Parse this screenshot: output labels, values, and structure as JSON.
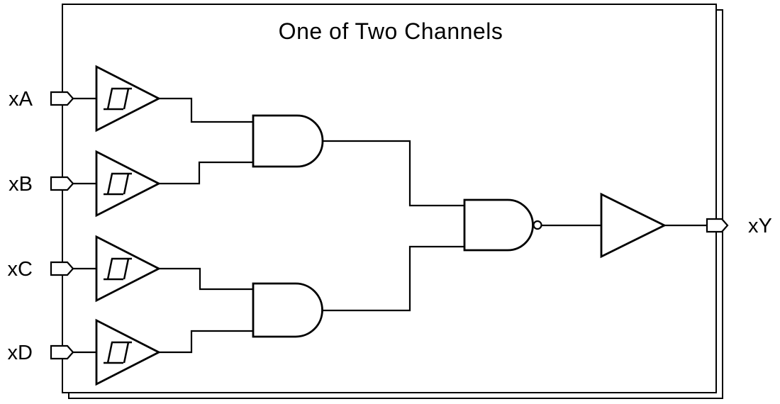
{
  "colors": {
    "ink": "#000000",
    "background": "#ffffff"
  },
  "diagram": {
    "title": "One of Two Channels",
    "inputs": [
      {
        "label": "xA"
      },
      {
        "label": "xB"
      },
      {
        "label": "xC"
      },
      {
        "label": "xD"
      }
    ],
    "output": {
      "label": "xY"
    },
    "components": [
      {
        "type": "schmitt-trigger-buffer",
        "count": 4
      },
      {
        "type": "and-gate",
        "count": 2
      },
      {
        "type": "nand-gate",
        "count": 1
      },
      {
        "type": "output-buffer",
        "count": 1
      },
      {
        "type": "input-port",
        "count": 4
      },
      {
        "type": "output-port",
        "count": 1
      }
    ]
  }
}
